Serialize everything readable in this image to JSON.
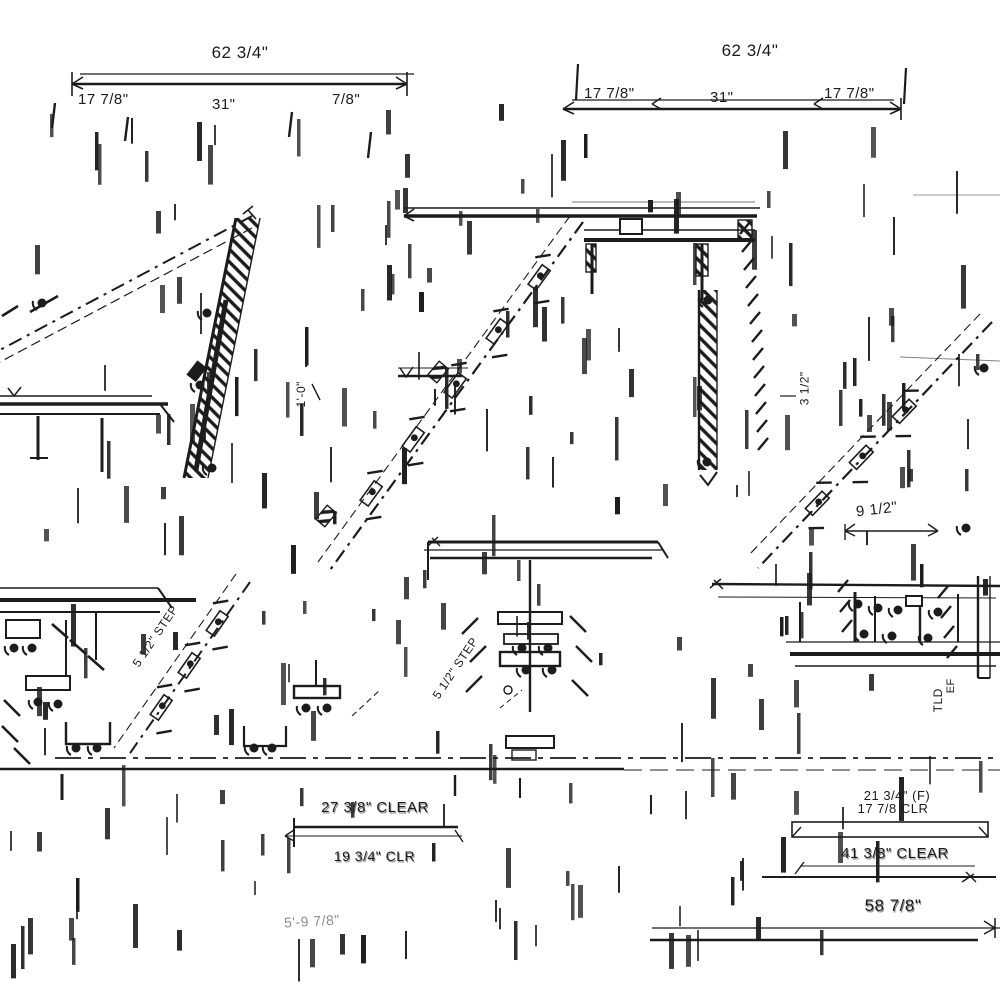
{
  "drawing": {
    "type": "stair-elevation-shop-drawing",
    "colors": {
      "ink": "#1c1c1c",
      "paper": "#ffffff"
    }
  },
  "dimensions": {
    "top_left": {
      "total": "62 3/4\"",
      "segments": [
        "17 7/8\"",
        "31\"",
        "7/8\""
      ]
    },
    "top_right": {
      "total": "62 3/4\"",
      "segments": [
        "17 7/8\"",
        "31\"",
        "17 7/8\""
      ]
    },
    "small_right": "9 1/2\"",
    "rot_right": "3 1/2\"",
    "rot_left": "1'-0\"",
    "bottom_left": [
      "27 3/8\" CLEAR",
      "19 3/4\" CLR"
    ],
    "bottom_center": "5'-9 7/8\"",
    "bottom_right_1a": "21 3/4\" (F)",
    "bottom_right_1b": "17 7/8 CLR",
    "bottom_right_2": "41 3/8\" CLEAR",
    "bottom_right_3": "58 7/8\""
  },
  "notes": {
    "diag_left": "5 1/2\" STEP",
    "diag_center": "5 1/2\" STEP",
    "side_vert_1": "TLD",
    "side_vert_2": "EF"
  }
}
